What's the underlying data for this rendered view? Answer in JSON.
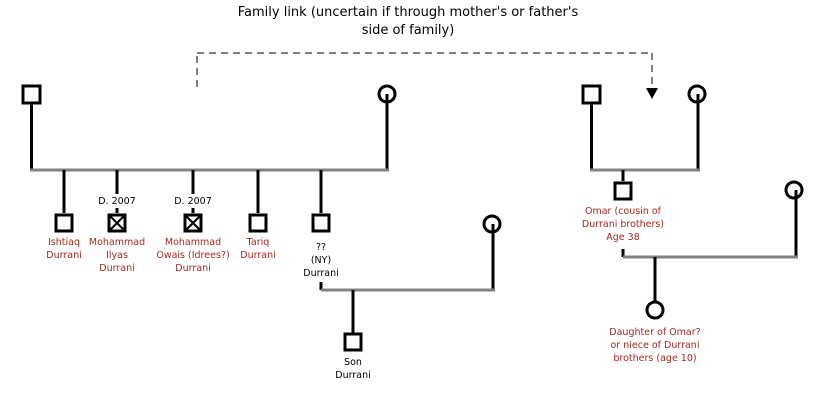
{
  "title": {
    "line1": "Family link (uncertain if through mother's or father's",
    "line2": "side of family)"
  },
  "people": {
    "ishtiaq": {
      "line1": "Ishtiaq",
      "line2": "Durrani"
    },
    "ilyas": {
      "death": "D. 2007",
      "line1": "Mohammad",
      "line2": "Ilyas",
      "line3": "Durrani"
    },
    "owais": {
      "death": "D. 2007",
      "line1": "Mohammad",
      "line2": "Owais (Idrees?)",
      "line3": "Durrani"
    },
    "tariq": {
      "line1": "Tariq",
      "line2": "Durrani"
    },
    "unknown": {
      "line1": "??",
      "line2": "(NY)",
      "line3": "Durrani"
    },
    "son": {
      "line1": "Son",
      "line2": "Durrani"
    },
    "omar": {
      "line1": "Omar (cousin of",
      "line2": "Durrani brothers)",
      "line3": "Age 38"
    },
    "daughter": {
      "line1": "Daughter of Omar?",
      "line2": "or niece of Durrani",
      "line3": "brothers (age 10)"
    }
  },
  "colors": {
    "line": "#000000",
    "sibling_bar": "#808080",
    "label_red": "#a8281e",
    "label_black": "#000000"
  },
  "icons": {
    "male": "square",
    "female": "circle-with-tail",
    "deceased_male": "square-with-x"
  }
}
